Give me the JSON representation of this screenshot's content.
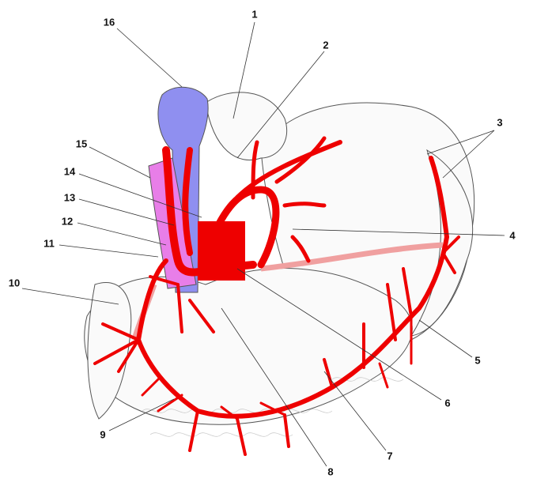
{
  "labels": [
    "1",
    "2",
    "3",
    "4",
    "5",
    "6",
    "7",
    "8",
    "9",
    "10",
    "11",
    "12",
    "13",
    "14",
    "15",
    "16"
  ],
  "colors": {
    "artery": "#ee0000",
    "vein": "#8f8ff0",
    "pink": "#e87ee8",
    "pale_artery": "#f0a0a0",
    "outline": "#555555"
  }
}
